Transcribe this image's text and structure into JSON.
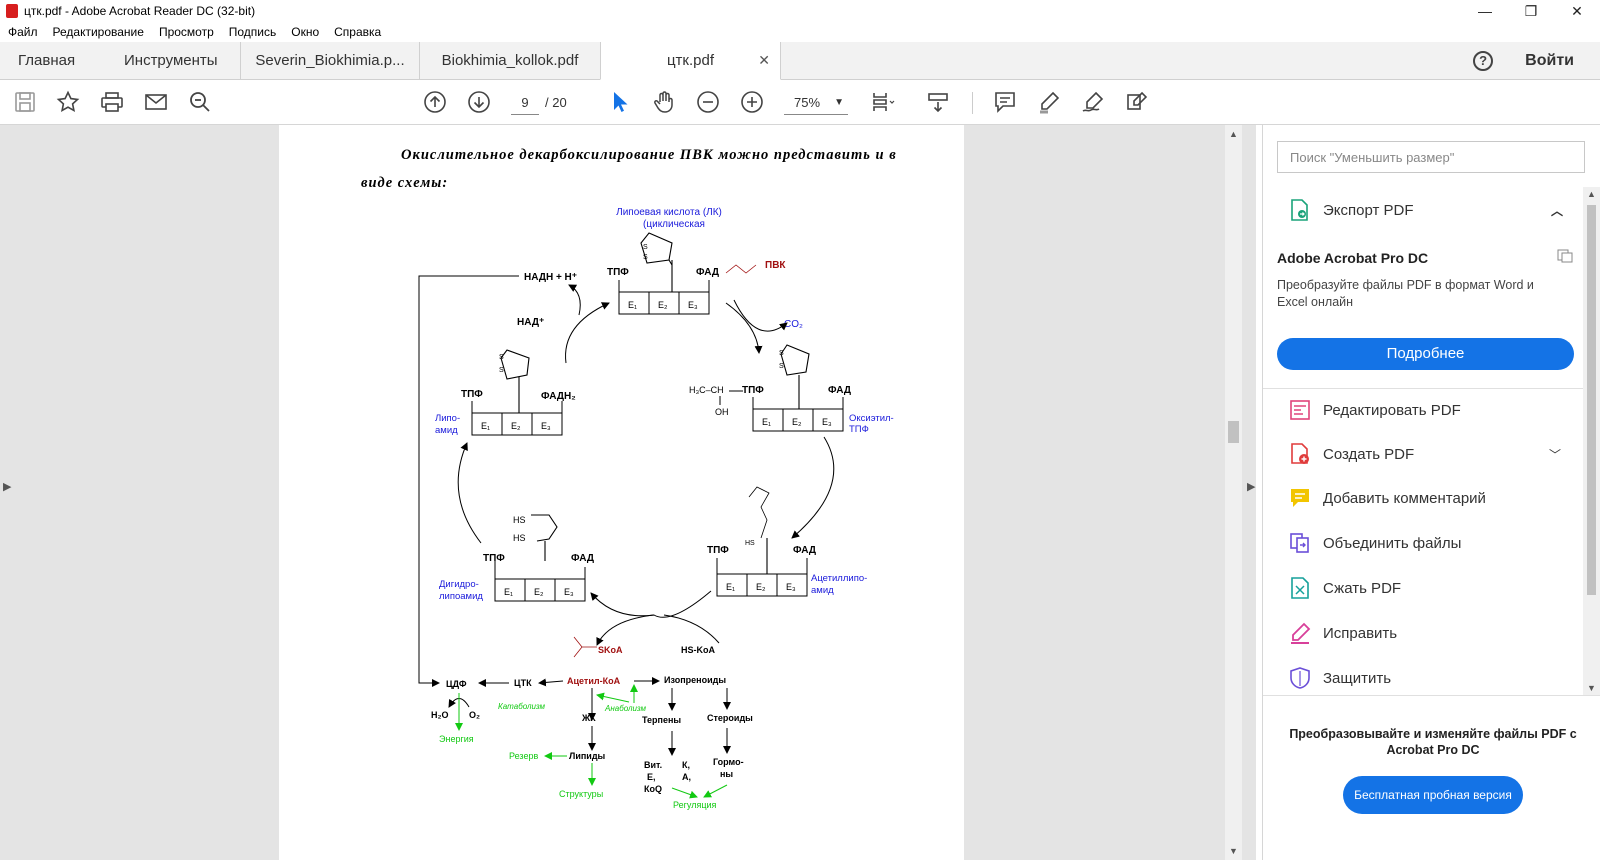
{
  "window": {
    "title": "цтк.pdf - Adobe Acrobat Reader DC (32-bit)",
    "min": "—",
    "max": "❐",
    "close": "✕"
  },
  "menu": [
    "Файл",
    "Редактирование",
    "Просмотр",
    "Подпись",
    "Окно",
    "Справка"
  ],
  "tabs": {
    "home": "Главная",
    "tools": "Инструменты",
    "docs": [
      "Severin_Biokhimia.p...",
      "Biokhimia_kollok.pdf",
      "цтк.pdf"
    ],
    "close": "✕",
    "help": "?",
    "signin": "Войти"
  },
  "toolbar": {
    "page_current": "9",
    "page_total": "/ 20",
    "zoom": "75%"
  },
  "document": {
    "line1": "Окислительное декарбоксилирование ПВК можно представить и в",
    "line2": "виде схемы:",
    "labels": {
      "lipoic": "Липоевая кислота (ЛК)",
      "lipoic2": "(циклическая",
      "pvk": "ПВК",
      "nadh": "НАДН + Н⁺",
      "nad": "НАД⁺",
      "co2": "CO₂",
      "tpf": "ТПФ",
      "fad": "ФАД",
      "fadh2": "ФАДН₂",
      "lipoamid1": "Липо-",
      "lipoamid2": "амид",
      "hydroxy1": "Оксиэтил-",
      "hydroxy2": "ТПФ",
      "ch3": "H₃C–CH",
      "oh": "OH",
      "dihydro1": "Дигидро-",
      "dihydro2": "липоамид",
      "acetyl1": "Ацетиллипо-",
      "acetyl2": "амид",
      "sh": "HS",
      "skoa": "SKoA",
      "hskoa": "HS-KoA",
      "cdf": "ЦДФ",
      "ctk": "ЦТК",
      "acetylcoa": "Ацетил-КоА",
      "isoprenoids": "Изопреноиды",
      "h2o": "H₂O",
      "o2": "O₂",
      "energy": "Энергия",
      "catabolism": "Катаболизм",
      "anabolism": "Анаболизм",
      "fa": "ЖК",
      "terpenes": "Терпены",
      "steroids": "Стероиды",
      "reserve": "Резерв",
      "lipids": "Липиды",
      "structures": "Структуры",
      "vit1": "Вит.",
      "vit2": "Е,",
      "vit3": "КоQ",
      "ka1": "К,",
      "ka2": "А,",
      "hormones1": "Гормо-",
      "hormones2": "ны",
      "regulation": "Регуляция",
      "e1": "E₁",
      "e2": "E₂",
      "e3": "E₃"
    }
  },
  "right_panel": {
    "search_placeholder": "Поиск \"Уменьшить размер\"",
    "export": "Экспорт PDF",
    "promo_title": "Adobe Acrobat Pro DC",
    "promo_desc": "Преобразуйте файлы PDF в формат Word и Excel онлайн",
    "promo_button": "Подробнее",
    "tools": [
      "Редактировать PDF",
      "Создать PDF",
      "Добавить комментарий",
      "Объединить файлы",
      "Сжать PDF",
      "Исправить",
      "Защитить"
    ],
    "bottom_text": "Преобразовывайте и изменяйте файлы PDF с Acrobat Pro DC",
    "trial_button": "Бесплатная пробная версия"
  },
  "colors": {
    "accent": "#1473e6",
    "pdf_red": "#d71e1e",
    "diagram_blue": "#1a1adb",
    "diagram_red": "#a01010",
    "diagram_green": "#12c912"
  }
}
